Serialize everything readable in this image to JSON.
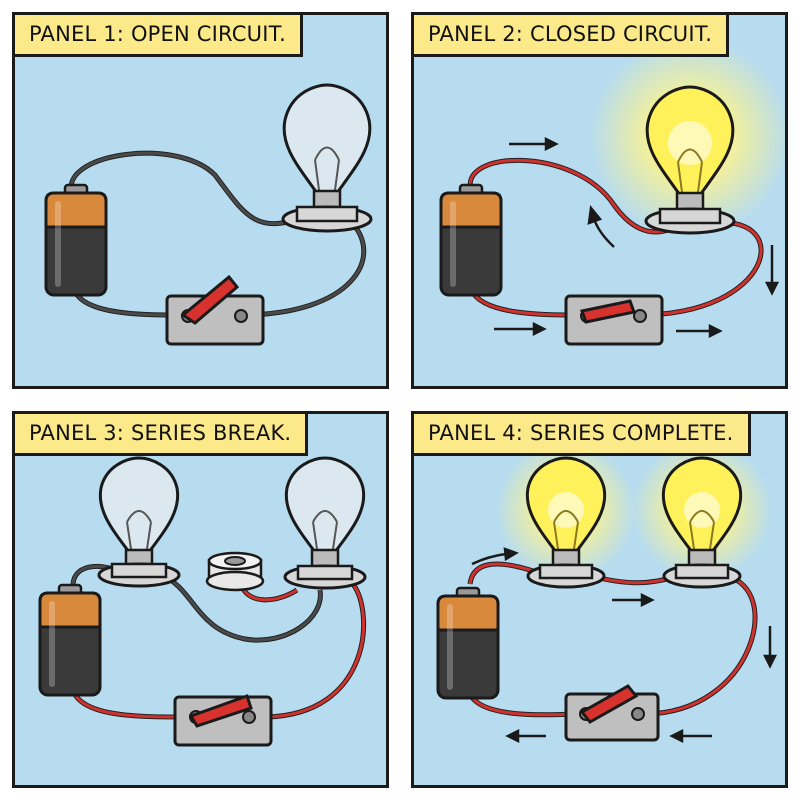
{
  "panels": [
    {
      "caption": "PANEL 1: OPEN CIRCUIT.",
      "switch": "open",
      "bulbs": [
        "off"
      ]
    },
    {
      "caption": "PANEL 2: CLOSED CIRCUIT.",
      "switch": "closed",
      "bulbs": [
        "on"
      ]
    },
    {
      "caption": "PANEL 3: SERIES BREAK.",
      "switch": "open",
      "bulbs": [
        "off",
        "off"
      ],
      "empty_socket": true
    },
    {
      "caption": "PANEL 4: SERIES COMPLETE.",
      "switch": "closed",
      "bulbs": [
        "on",
        "on"
      ]
    }
  ],
  "colors": {
    "background": "#b7dcef",
    "caption_bg": "#fbe98a",
    "wire_off": "#4a4a4a",
    "wire_on": "#d2322d",
    "battery_copper": "#d9893c",
    "battery_body": "#3a3a3a",
    "bulb_glow": "#fff48a",
    "bulb_glass_off": "#dbe8f0",
    "switch_lever": "#d8322e",
    "switch_base": "#bfbfbf"
  },
  "icons": [
    "battery-icon",
    "light-bulb-icon",
    "knife-switch-icon",
    "current-arrow-icon",
    "bulb-socket-icon"
  ]
}
